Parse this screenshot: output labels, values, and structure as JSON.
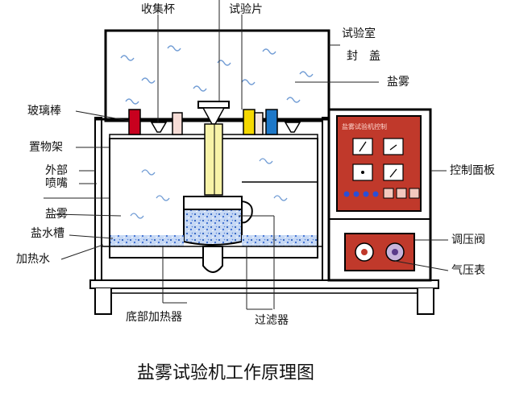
{
  "labels": {
    "collector_cup": "收集杯",
    "test_piece": "试验片",
    "test_chamber": "试验室",
    "cover": "封　盖",
    "salt_fog_top": "盐雾",
    "glass_rod": "玻璃棒",
    "rack": "置物架",
    "outer": "外部",
    "nozzle": "喷嘴",
    "salt_fog_left": "盐雾",
    "brine_tank": "盐水槽",
    "heating_water": "加热水",
    "control_panel": "控制面板",
    "pressure_valve": "调压阀",
    "pressure_gauge": "气压表",
    "bottom_heater": "底部加热器",
    "filter": "过滤器"
  },
  "panel_title": "盐雾试验机控制",
  "caption": "盐雾试验机工作原理图",
  "colors": {
    "panel_red": "#c0392b",
    "brine_blue": "#9ab8e6",
    "cup_yellow": "#f5d800",
    "cup_blue": "#1e78c8",
    "cup_red": "#c8001e"
  }
}
